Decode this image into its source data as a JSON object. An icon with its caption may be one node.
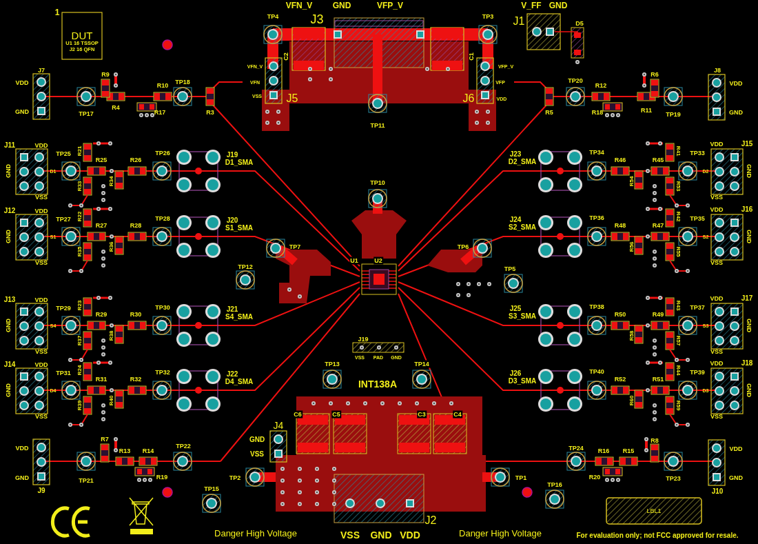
{
  "diagram": {
    "labels": [
      "1",
      "DUT",
      "U1 16 TSSOP",
      "J2 16 QFN",
      "J7",
      "VDD",
      "GND",
      "TP17",
      "R9",
      "R4",
      "R10",
      "R17",
      "TP18",
      "R3",
      "VFN_V",
      "GND",
      "VFP_V",
      "TP4",
      "J3",
      "C2",
      "VFN_V",
      "VFN",
      "VSS",
      "J5",
      "TP11",
      "TP3",
      "C1",
      "VFP_V",
      "VFP",
      "VDD",
      "J6",
      "V_FF",
      "GND",
      "J1",
      "D5",
      "R5",
      "TP20",
      "R12",
      "R18",
      "R6",
      "R11",
      "TP19",
      "J8",
      "VDD",
      "GND",
      "J11",
      "VDD",
      "GND",
      "D1",
      "VSS",
      "TP25",
      "R21",
      "R25",
      "R26",
      "TP26",
      "R33",
      "R34",
      "J19",
      "D1_SMA",
      "J23",
      "D2_SMA",
      "TP34",
      "R46",
      "R54",
      "R45",
      "R41",
      "R53",
      "TP33",
      "D2",
      "VDD",
      "J15",
      "GND",
      "VSS",
      "J12",
      "VDD",
      "GND",
      "S1",
      "VSS",
      "TP27",
      "R22",
      "R27",
      "R28",
      "TP28",
      "R35",
      "R36",
      "J20",
      "S1_SMA",
      "J24",
      "S2_SMA",
      "TP36",
      "R48",
      "R56",
      "R47",
      "R42",
      "R55",
      "TP35",
      "S2",
      "VDD",
      "J16",
      "GND",
      "VSS",
      "TP10",
      "TP7",
      "U1",
      "U2",
      "TP6",
      "TP12",
      "TP5",
      "J13",
      "VDD",
      "GND",
      "S4",
      "VSS",
      "TP29",
      "R23",
      "R29",
      "R30",
      "TP30",
      "R37",
      "R38",
      "J21",
      "S4_SMA",
      "J25",
      "S3_SMA",
      "TP38",
      "R50",
      "R58",
      "R49",
      "R43",
      "R57",
      "TP37",
      "S3",
      "VDD",
      "J17",
      "GND",
      "VSS",
      "J14",
      "VDD",
      "GND",
      "D4",
      "VSS",
      "TP31",
      "R24",
      "R31",
      "R32",
      "TP32",
      "R39",
      "R40",
      "J22",
      "D4_SMA",
      "J26",
      "D3_SMA",
      "TP40",
      "R52",
      "R60",
      "R51",
      "R44",
      "R59",
      "TP39",
      "D3",
      "VDD",
      "J18",
      "GND",
      "VSS",
      "J19",
      "VSS",
      "PAD",
      "GND",
      "TP13",
      "TP14",
      "INT138A",
      "R7",
      "R13",
      "R14",
      "TP22",
      "VDD",
      "GND",
      "TP21",
      "R19",
      "J9",
      "C6",
      "C5",
      "C3",
      "C4",
      "J4",
      "GND",
      "VSS",
      "TP2",
      "TP1",
      "TP15",
      "TP16",
      "J2",
      "TP24",
      "R16",
      "R15",
      "R8",
      "R20",
      "VDD",
      "TP23",
      "GND",
      "J10",
      "LBL1",
      "Danger High Voltage",
      "VSS",
      "GND",
      "VDD",
      "Danger High Voltage",
      "For evaluation only; not FCC approved for resale."
    ]
  }
}
